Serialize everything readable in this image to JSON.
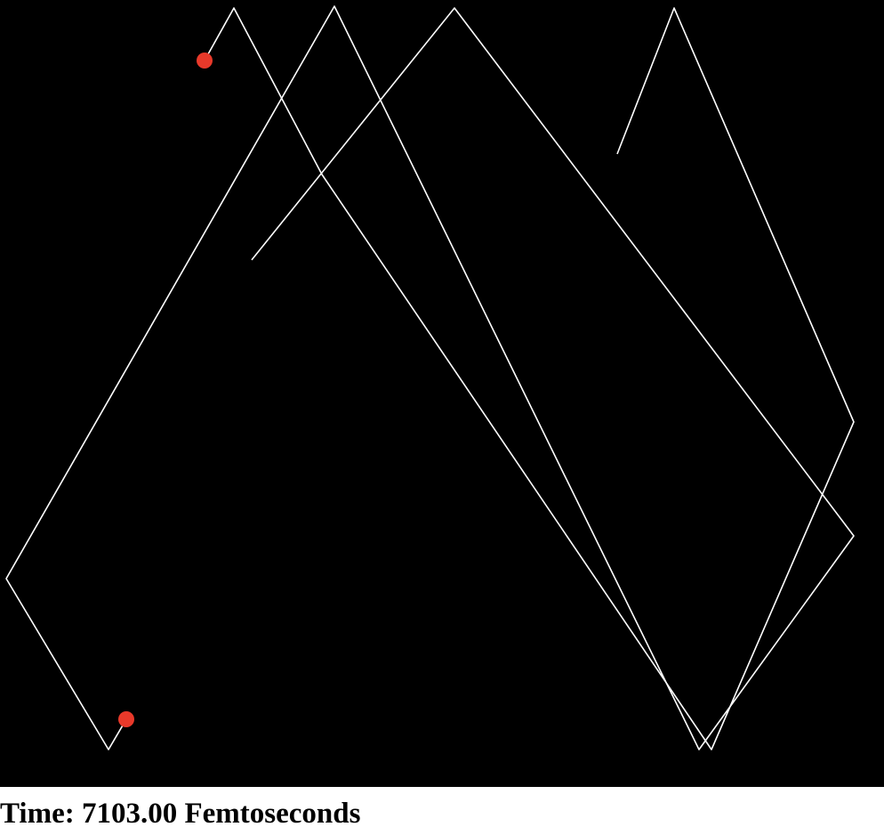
{
  "status": {
    "time_label": "Time:",
    "time_value": "7103.00",
    "time_unit": "Femtoseconds"
  },
  "colors": {
    "background": "#000000",
    "trail": "#ffffff",
    "particle": "#e8392a",
    "status_background": "#ffffff",
    "status_text": "#000000"
  }
}
